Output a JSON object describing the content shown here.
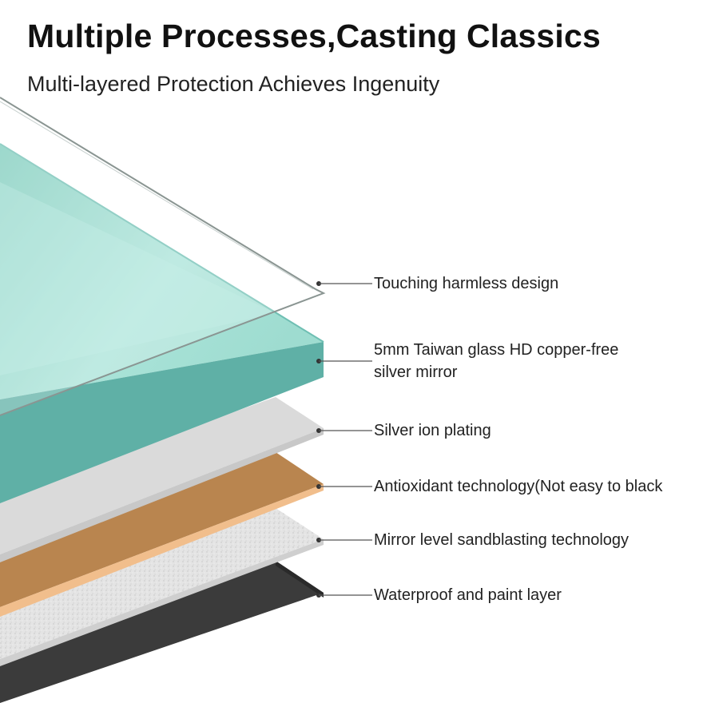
{
  "header": {
    "title": "Multiple Processes,Casting Classics",
    "subtitle": "Multi-layered Protection Achieves Ingenuity"
  },
  "layers": [
    {
      "id": "protective-film",
      "lines": [
        "Touching harmless design"
      ],
      "color": "#f4f6f6"
    },
    {
      "id": "glass",
      "lines": [
        "5mm Taiwan glass HD copper-free",
        "silver mirror"
      ],
      "color": "#8fd3c6"
    },
    {
      "id": "silver",
      "lines": [
        "Silver ion plating"
      ],
      "color": "#dcdcdc"
    },
    {
      "id": "copper",
      "lines": [
        "Antioxidant technology(Not easy to black"
      ],
      "color": "#b98552"
    },
    {
      "id": "sandblast",
      "lines": [
        "Mirror level sandblasting technology"
      ],
      "color": "#dedede"
    },
    {
      "id": "paint",
      "lines": [
        "Waterproof and paint layer"
      ],
      "color": "#3a3a3a"
    }
  ]
}
